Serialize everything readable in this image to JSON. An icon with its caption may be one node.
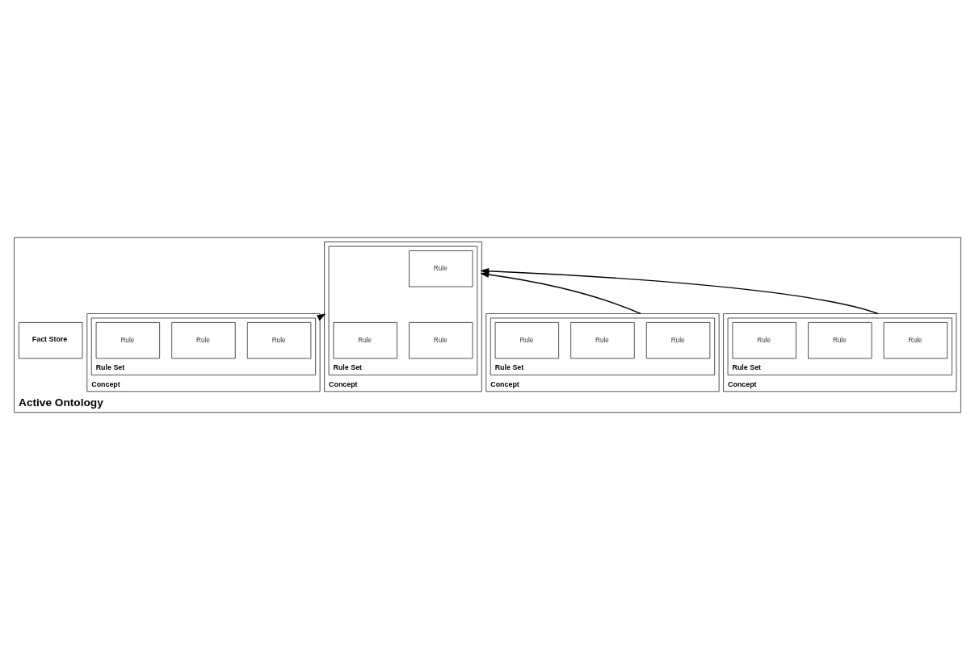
{
  "diagram": {
    "nodes": [
      {
        "text": [
          "Active Ontology"
        ]
      },
      {
        "text": [
          "Concept"
        ],
        "in": 0
      },
      {
        "text": [
          "Rule Set"
        ],
        "in": 1
      },
      {
        "text": [
          "Rule"
        ],
        "in": 2
      },
      {
        "text": [
          "Rule"
        ],
        "in": 2
      },
      {
        "text": [
          "Rule"
        ],
        "in": 2
      },
      {
        "text": [
          "Fact Store"
        ],
        "in": 0
      },
      {
        "text": [
          "Concept"
        ],
        "in": 0
      },
      {
        "text": [
          "Rule Set"
        ],
        "in": 7
      },
      {
        "text": [
          "Rule"
        ],
        "in": 8
      },
      {
        "text": [
          "Rule"
        ],
        "in": 8
      },
      {
        "text": [
          "Rule"
        ],
        "in": 8
      },
      {
        "text": [
          "Concept"
        ],
        "in": 0
      },
      {
        "text": [
          "Rule Set"
        ],
        "in": 12
      },
      {
        "text": [
          "Rule"
        ],
        "in": 13
      },
      {
        "text": [
          "Rule"
        ],
        "in": 13
      },
      {
        "text": [
          "Rule"
        ],
        "in": 13
      },
      {
        "text": [
          "Concept"
        ],
        "in": 0
      },
      {
        "text": [
          "Rule Set"
        ],
        "in": 17
      },
      {
        "text": [
          "Rule"
        ],
        "in": 18
      },
      {
        "text": [
          "Rule"
        ],
        "in": 18
      },
      {
        "text": [
          "Rule"
        ],
        "in": 18
      }
    ],
    "edges": [
      {
        "from": 7,
        "to": 1,
        "arrow": "to"
      },
      {
        "from": 12,
        "to": 1,
        "arrow": "to"
      },
      {
        "from": 17,
        "to": 1,
        "arrow": "to"
      }
    ]
  }
}
